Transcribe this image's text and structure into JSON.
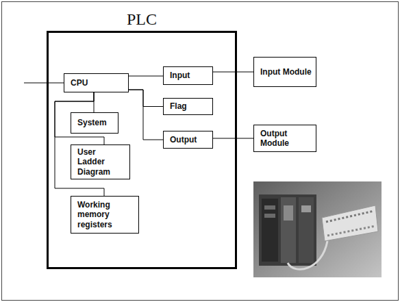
{
  "diagram": {
    "nodes": [
      {
        "text": [
          "PLC"
        ]
      },
      {
        "text": [
          "CPU"
        ],
        "in": 0
      },
      {
        "text": [
          "System"
        ],
        "in": 0
      },
      {
        "text": [
          "User Ladder Diagram"
        ],
        "in": 0
      },
      {
        "text": [
          "Working memory registers"
        ],
        "in": 0
      },
      {
        "text": [
          "Input"
        ],
        "in": 0
      },
      {
        "text": [
          "Flag"
        ],
        "in": 0
      },
      {
        "text": [
          "Output"
        ],
        "in": 0
      },
      {
        "text": [
          "Input Module"
        ]
      },
      {
        "text": [
          "Output Module"
        ]
      }
    ],
    "edges": [
      {
        "from": 1,
        "to": 5,
        "arrow": "none"
      },
      {
        "from": 1,
        "to": 6,
        "arrow": "none"
      },
      {
        "from": 1,
        "to": 7,
        "arrow": "none"
      },
      {
        "from": 1,
        "to": 2,
        "arrow": "none"
      },
      {
        "from": 1,
        "to": 3,
        "arrow": "none"
      },
      {
        "from": 1,
        "to": 4,
        "arrow": "none"
      },
      {
        "from": 5,
        "to": 8,
        "arrow": "none"
      },
      {
        "from": 7,
        "to": 9,
        "arrow": "none"
      }
    ]
  }
}
